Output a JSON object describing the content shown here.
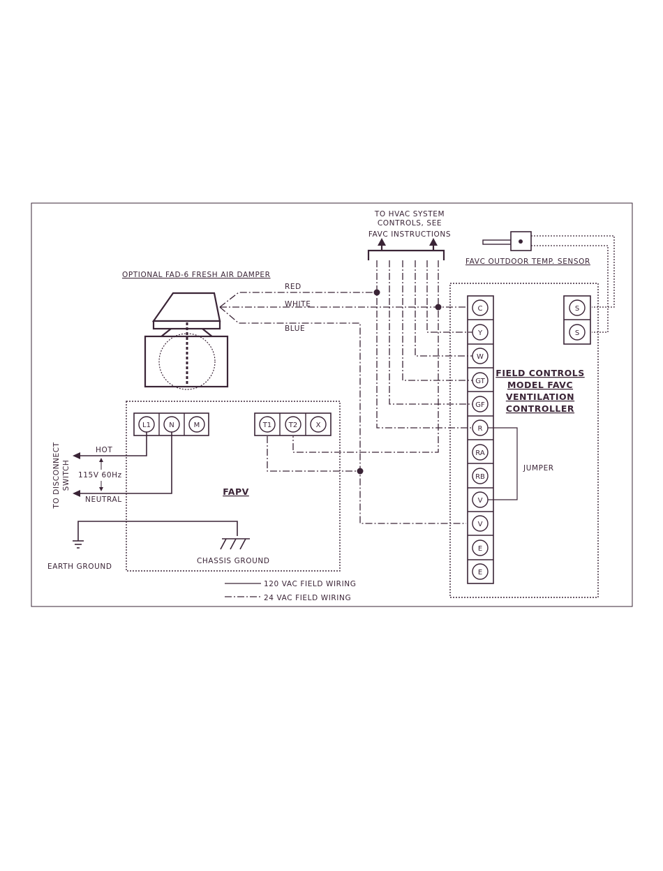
{
  "diagram": {
    "hvac_note": [
      "TO HVAC SYSTEM",
      "CONTROLS, SEE",
      "FAVC INSTRUCTIONS"
    ],
    "sensor_label": "FAVC OUTDOOR TEMP. SENSOR",
    "damper_label": "OPTIONAL FAD-6 FRESH AIR DAMPER",
    "wire_red": "RED",
    "wire_white": "WHITE",
    "wire_blue": "BLUE",
    "controller_title": [
      "FIELD CONTROLS",
      "MODEL FAVC",
      "VENTILATION",
      "CONTROLLER"
    ],
    "controller_terminals": [
      "C",
      "Y",
      "W",
      "GT",
      "GF",
      "R",
      "RA",
      "RB",
      "V",
      "V",
      "E",
      "E"
    ],
    "sensor_terminals": [
      "S",
      "S"
    ],
    "jumper_label": "JUMPER",
    "fapv_label": "FAPV",
    "fapv_power_terminals": [
      "L1",
      "N",
      "M"
    ],
    "fapv_control_terminals": [
      "T1",
      "T2",
      "X"
    ],
    "hot_label": "HOT",
    "voltage_label": "115V 60Hz",
    "neutral_label": "NEUTRAL",
    "disconnect_label": [
      "TO DISCONNECT",
      "SWITCH"
    ],
    "earth_ground_label": "EARTH GROUND",
    "chassis_ground_label": "CHASSIS GROUND",
    "legend": {
      "solid_label": "120 VAC FIELD WIRING",
      "dashdot_label": "24 VAC FIELD WIRING"
    },
    "sensor_icon": "sensor-icon",
    "line_color": "#3a2436"
  }
}
